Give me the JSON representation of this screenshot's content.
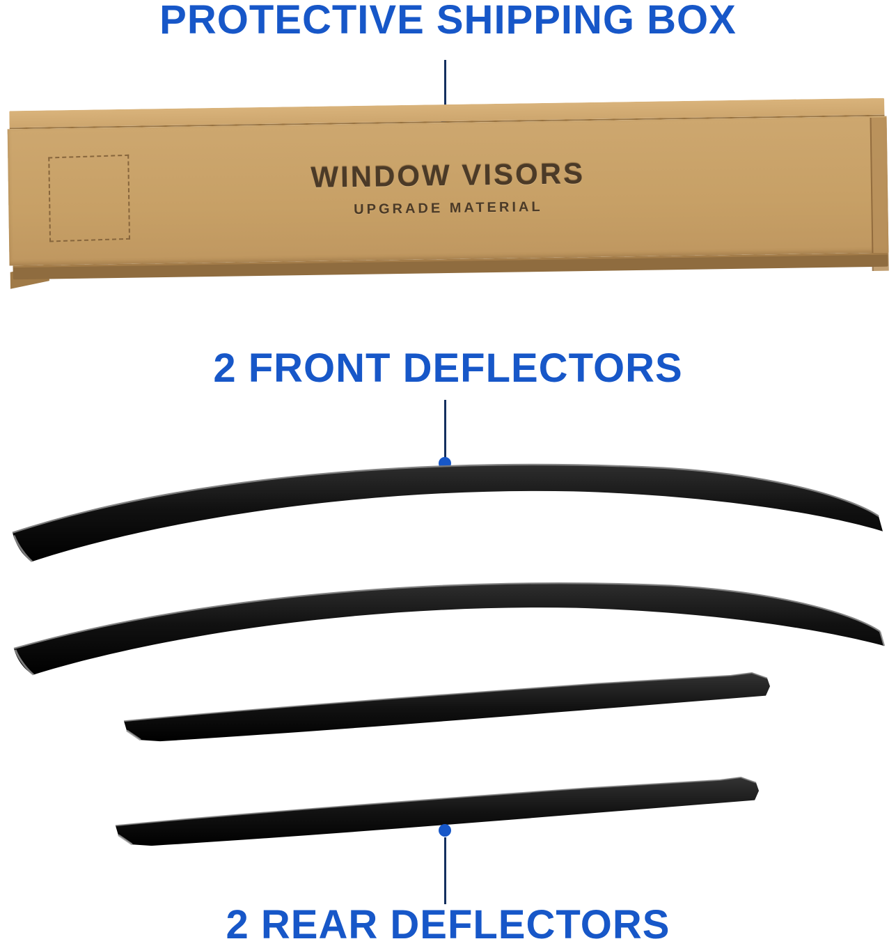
{
  "colors": {
    "accent_blue": "#1757C8",
    "callout_line": "#14305F",
    "box_face": "#C7A066",
    "box_lid": "#D4AF78",
    "box_edge_dark": "#8F6C3F",
    "box_side": "#B78F5A",
    "emboss_text": "#4B3A27"
  },
  "callouts": {
    "top_label": "PROTECTIVE SHIPPING BOX",
    "front_label": "2 FRONT DEFLECTORS",
    "rear_label": "2 REAR DEFLECTORS"
  },
  "box": {
    "title": "WINDOW VISORS",
    "subtitle": "UPGRADE MATERIAL"
  }
}
